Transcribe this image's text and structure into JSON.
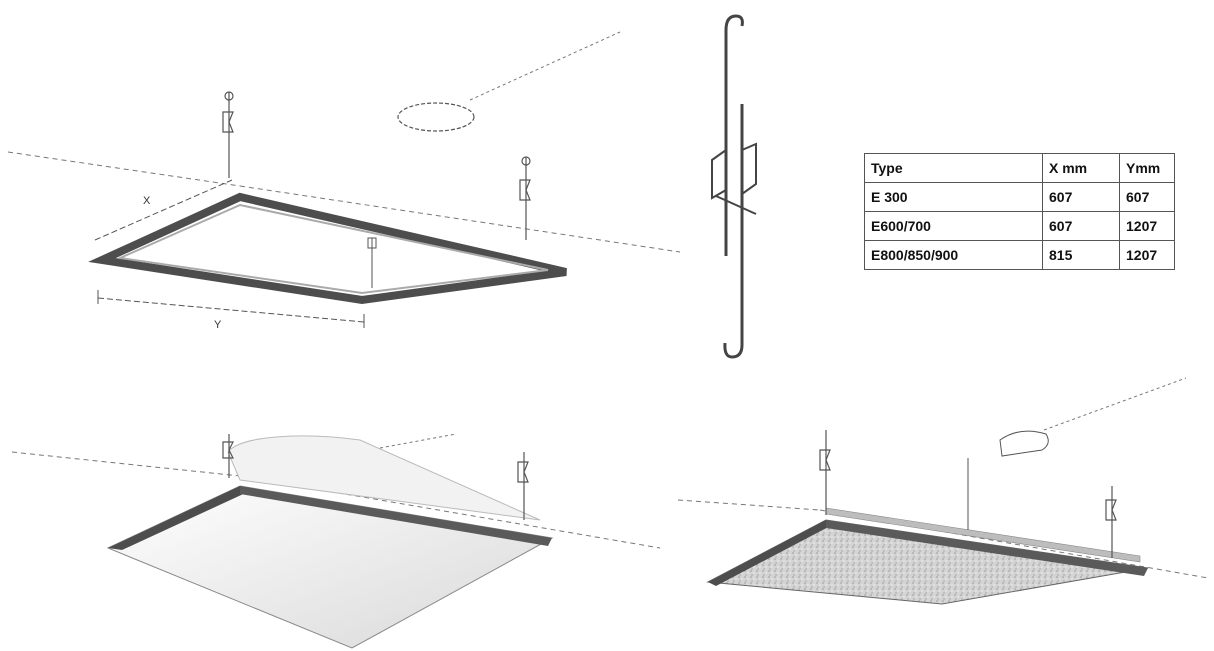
{
  "dimension_labels": {
    "x": "X",
    "y": "Y"
  },
  "table": {
    "headers": [
      "Type",
      "X mm",
      "Ymm"
    ],
    "rows": [
      [
        "E 300",
        "607",
        "607"
      ],
      [
        "E600/700",
        "607",
        "1207"
      ],
      [
        "E800/850/900",
        "815",
        "1207"
      ]
    ]
  },
  "colors": {
    "frame": "#4d4d4d",
    "frame_light": "#9a9a9a",
    "panel": "#e6e6e6",
    "line": "#666666"
  }
}
